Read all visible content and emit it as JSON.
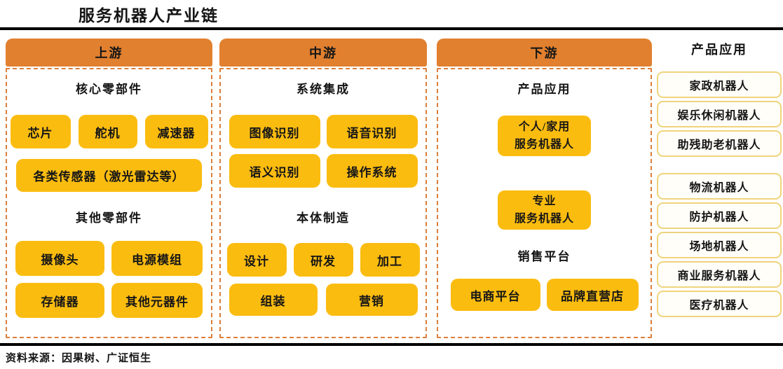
{
  "title": "服务机器人产业链",
  "source": "资料来源：因果树、广证恒生",
  "colors": {
    "header_orange": "#E1802F",
    "dashed_border_orange": "#DD7E3B",
    "node_yellow": "#FBBC10",
    "app_box_border": "#EFD37C",
    "app_box_background": "#FFFEF8",
    "text": "#141414"
  },
  "upstream": {
    "header": "上游",
    "core_label": "核心零部件",
    "core_items": [
      "芯片",
      "舵机",
      "减速器"
    ],
    "sensor_item": "各类传感器（激光雷达等）",
    "other_label": "其他零部件",
    "other_items": [
      "摄像头",
      "电源模组",
      "存储器",
      "其他元器件"
    ]
  },
  "midstream": {
    "header": "中游",
    "integration_label": "系统集成",
    "integration_items": [
      "图像识别",
      "语音识别",
      "语义识别",
      "操作系统"
    ],
    "manufacturing_label": "本体制造",
    "manufacturing_items": [
      "设计",
      "研发",
      "加工",
      "组装",
      "营销"
    ]
  },
  "downstream": {
    "header": "下游",
    "application_label": "产品应用",
    "products": [
      {
        "line1": "个人/家用",
        "line2": "服务机器人"
      },
      {
        "line1": "专业",
        "line2": "服务机器人"
      }
    ],
    "sales_label": "销售平台",
    "sales_items": [
      "电商平台",
      "品牌直营店"
    ]
  },
  "applications": {
    "header": "产品应用",
    "personal_items": [
      "家政机器人",
      "娱乐休闲机器人",
      "助残助老机器人"
    ],
    "professional_items": [
      "物流机器人",
      "防护机器人",
      "场地机器人",
      "商业服务机器人",
      "医疗机器人"
    ]
  }
}
